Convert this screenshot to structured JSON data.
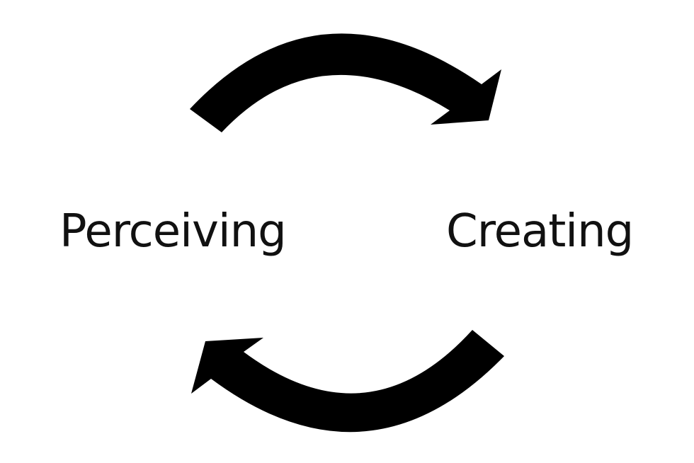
{
  "diagram": {
    "nodes": [
      {
        "id": "perceiving",
        "label": "Perceiving"
      },
      {
        "id": "creating",
        "label": "Creating"
      }
    ],
    "edges": [
      {
        "from": "perceiving",
        "to": "creating",
        "arrow": "curved-arrow-right"
      },
      {
        "from": "creating",
        "to": "perceiving",
        "arrow": "curved-arrow-left"
      }
    ],
    "colors": {
      "arrow": "#000000",
      "text": "#111111",
      "background": "#ffffff"
    }
  }
}
